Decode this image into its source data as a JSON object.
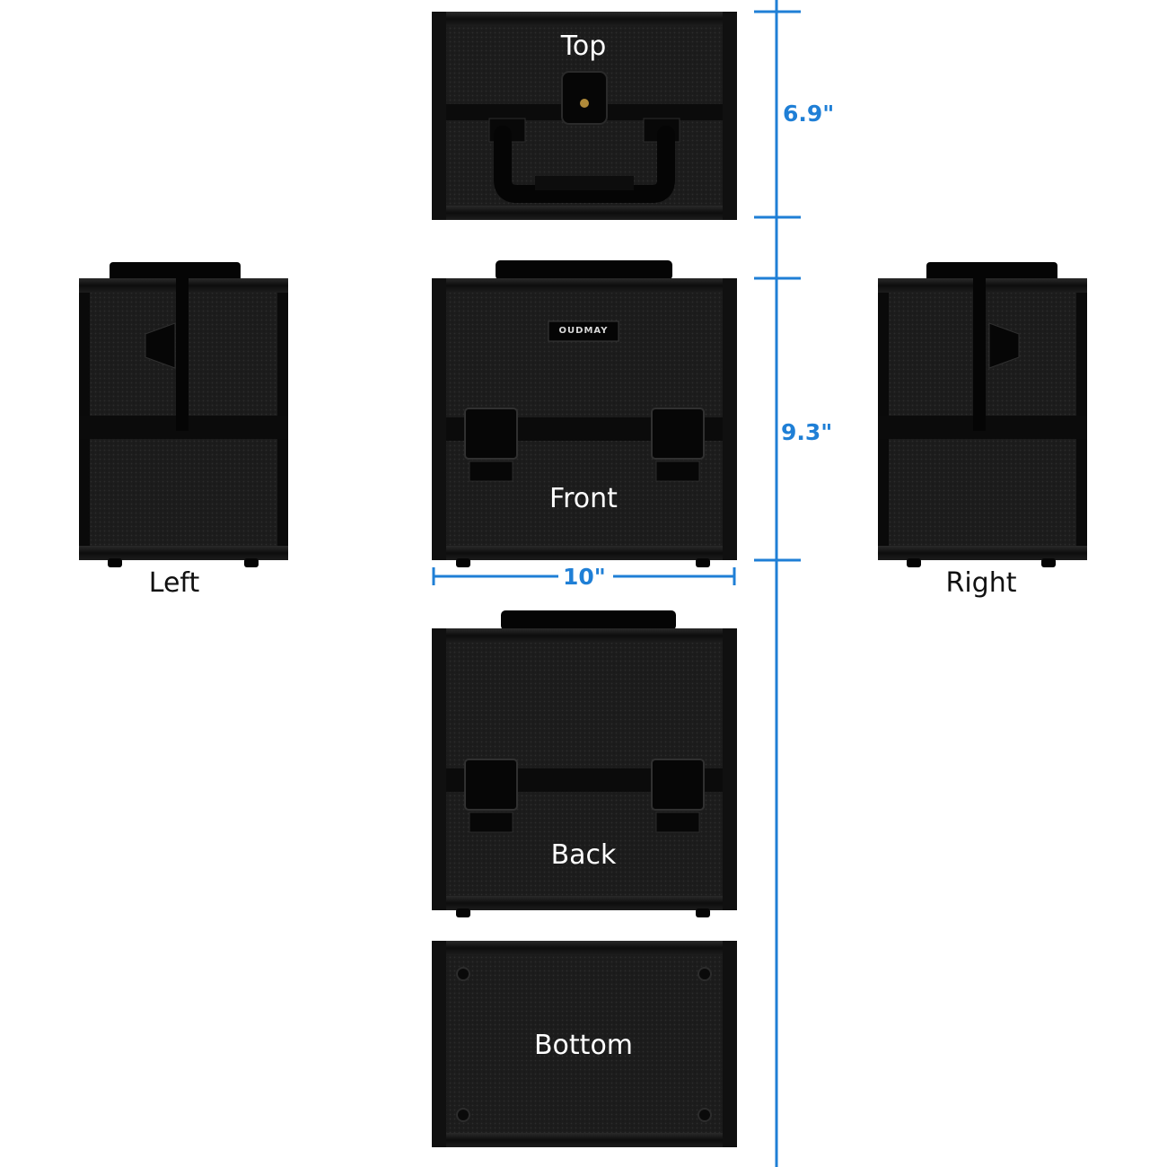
{
  "colors": {
    "background": "#ffffff",
    "case_body": "#1a1a1a",
    "case_frame": "#0a0a0a",
    "case_texture": "#262626",
    "hardware": "#050505",
    "dimension_line": "#1f7fd6"
  },
  "views": {
    "top": "Top",
    "front": "Front",
    "back": "Back",
    "bottom": "Bottom",
    "left": "Left",
    "right": "Right"
  },
  "brand": "OUDMAY",
  "dimensions": {
    "depth": "6.9\"",
    "height": "9.3\"",
    "width": "10\""
  }
}
